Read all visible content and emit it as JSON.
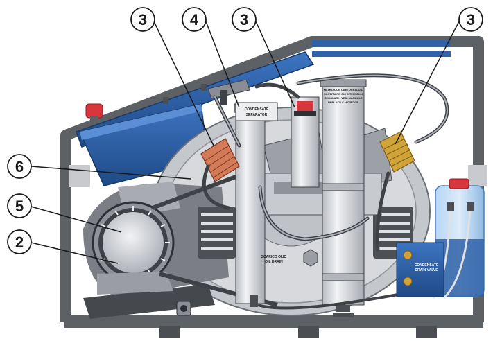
{
  "callouts": {
    "c1": "3",
    "c2": "4",
    "c3": "3",
    "c4": "3",
    "c5": "6",
    "c6": "5",
    "c7": "2"
  },
  "labels": {
    "separator_line1": "CONDENSATE",
    "separator_line2": "SEPARATOR",
    "filter_line1": "FILTRO CON CARTUCCIA OIL",
    "filter_line2": "SOSTITUIRE GLI INTERVALLI",
    "filter_line3": "REGOLARI - VEDI MANUALE",
    "filter_line4": "REPLACE CARTRIDGE",
    "drain_line1": "SCARICO OLIO",
    "drain_line2": "OIL DRAIN",
    "valve_line1": "CONDENSATE",
    "valve_line2": "DRAIN VALVE"
  },
  "colors": {
    "frame": "#5d6065",
    "panel_blue": "#2f62a8",
    "motor_grey": "#c9cbcf",
    "cylinder": "#e1e3e6",
    "copper": "#d37a58",
    "brass": "#d1a43a",
    "bottle": "#9fc8ee",
    "cap_red": "#d7373c"
  }
}
